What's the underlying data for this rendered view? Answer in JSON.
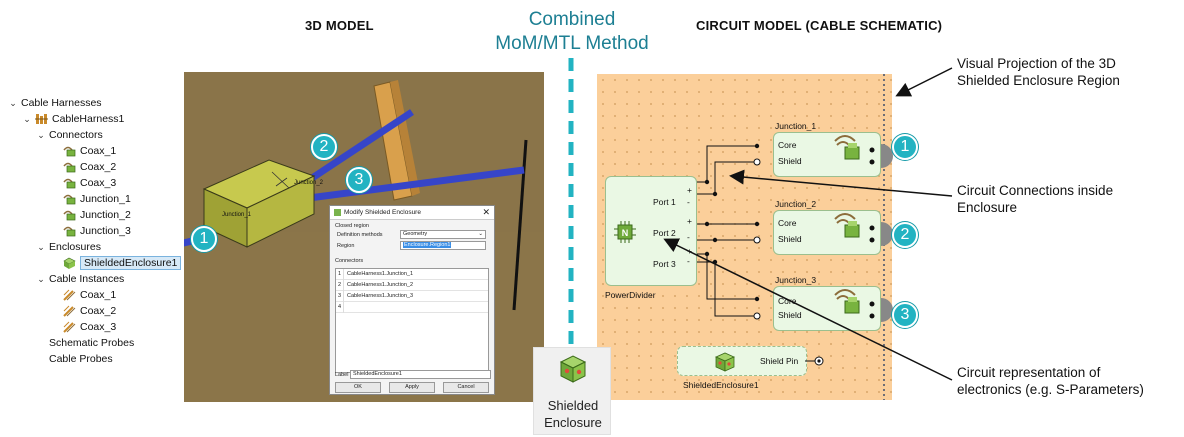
{
  "headings": {
    "model_3d": "3D MODEL",
    "combined": [
      "Combined",
      "MoM/MTL Method"
    ],
    "circuit_model": "CIRCUIT MODEL (CABLE SCHEMATIC)"
  },
  "tree": {
    "items": [
      {
        "label": "Cable Harnesses",
        "indent": 0,
        "chevron": "expanded",
        "icon": "none"
      },
      {
        "label": "CableHarness1",
        "indent": 1,
        "chevron": "expanded",
        "icon": "harness-icon"
      },
      {
        "label": "Connectors",
        "indent": 2,
        "chevron": "expanded",
        "icon": "none"
      },
      {
        "label": "Coax_1",
        "indent": 3,
        "chevron": "none",
        "icon": "connector-icon"
      },
      {
        "label": "Coax_2",
        "indent": 3,
        "chevron": "none",
        "icon": "connector-icon"
      },
      {
        "label": "Coax_3",
        "indent": 3,
        "chevron": "none",
        "icon": "connector-icon"
      },
      {
        "label": "Junction_1",
        "indent": 3,
        "chevron": "none",
        "icon": "connector-icon"
      },
      {
        "label": "Junction_2",
        "indent": 3,
        "chevron": "none",
        "icon": "connector-icon"
      },
      {
        "label": "Junction_3",
        "indent": 3,
        "chevron": "none",
        "icon": "connector-icon"
      },
      {
        "label": "Enclosures",
        "indent": 2,
        "chevron": "expanded",
        "icon": "none"
      },
      {
        "label": "ShieldedEnclosure1",
        "indent": 3,
        "chevron": "none",
        "icon": "enclosure-icon",
        "selected": true
      },
      {
        "label": "Cable Instances",
        "indent": 2,
        "chevron": "expanded",
        "icon": "none"
      },
      {
        "label": "Coax_1",
        "indent": 3,
        "chevron": "none",
        "icon": "cable-instance-icon"
      },
      {
        "label": "Coax_2",
        "indent": 3,
        "chevron": "none",
        "icon": "cable-instance-icon"
      },
      {
        "label": "Coax_3",
        "indent": 3,
        "chevron": "none",
        "icon": "cable-instance-icon"
      },
      {
        "label": "Schematic Probes",
        "indent": 2,
        "chevron": "none",
        "icon": "none"
      },
      {
        "label": "Cable Probes",
        "indent": 2,
        "chevron": "none",
        "icon": "none"
      }
    ]
  },
  "viewport": {
    "labels": {
      "junction_1": "Junction_1",
      "junction_2": "Junction_2"
    }
  },
  "dialog": {
    "title": "Modify Shielded Enclosure",
    "section_region": "Closed region",
    "definition_label": "Definition methods",
    "definition_value": "Geometry",
    "region_label": "Region",
    "region_value": "Enclosure.Region1",
    "section_connectors": "Connectors",
    "rows": [
      {
        "n": "1",
        "value": "CableHarness1.Junction_1"
      },
      {
        "n": "2",
        "value": "CableHarness1.Junction_2"
      },
      {
        "n": "3",
        "value": "CableHarness1.Junction_3"
      },
      {
        "n": "4",
        "value": ""
      }
    ],
    "label_label": "Label",
    "label_value": "ShieldedEnclosure1",
    "buttons": {
      "ok": "OK",
      "apply": "Apply",
      "cancel": "Cancel"
    }
  },
  "badges": [
    "1",
    "2",
    "3"
  ],
  "schematic": {
    "power_divider": {
      "name": "PowerDivider",
      "ports": [
        "Port 1",
        "Port 2",
        "Port 3"
      ]
    },
    "junctions": [
      {
        "name": "Junction_1",
        "pins": [
          "Core",
          "Shield"
        ]
      },
      {
        "name": "Junction_2",
        "pins": [
          "Core",
          "Shield"
        ]
      },
      {
        "name": "Junction_3",
        "pins": [
          "Core",
          "Shield"
        ]
      }
    ],
    "shield_block": {
      "name": "ShieldedEnclosure1",
      "pin": "Shield Pin"
    },
    "plus_sign": "+",
    "minus_sign": "-"
  },
  "annotations": {
    "visual_projection": [
      "Visual Projection of the 3D",
      "Shielded Enclosure Region"
    ],
    "circuit_connections": [
      "Circuit Connections inside",
      "Enclosure"
    ],
    "circuit_representation": [
      "Circuit representation of",
      "electronics (e.g. S-Parameters)"
    ]
  },
  "palette": {
    "label": [
      "Shielded",
      "Enclosure"
    ]
  },
  "colors": {
    "teal": "#22b3c2",
    "schematic_bg": "#fbcf9a",
    "viewport_bg": "#8a7449",
    "combined_text": "#1d7f93",
    "block_fill": "#eaf8e4"
  }
}
